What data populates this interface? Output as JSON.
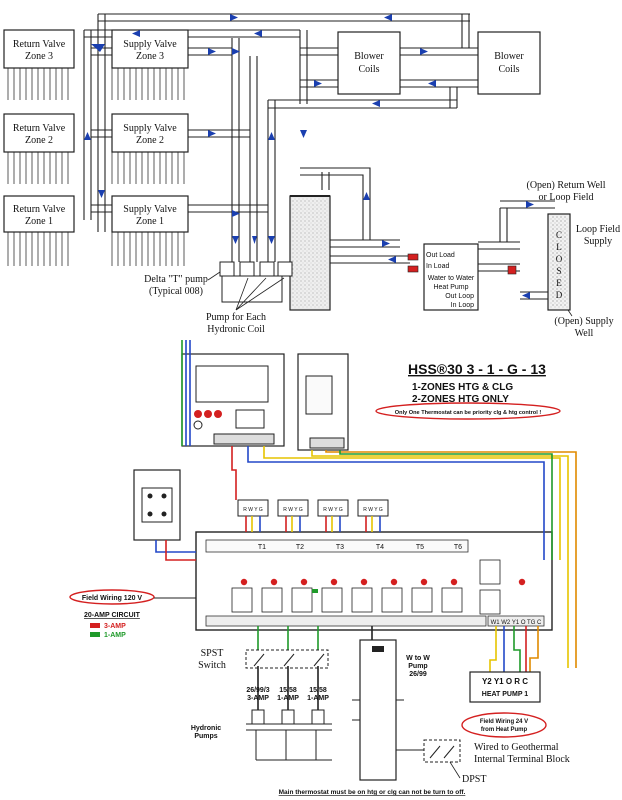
{
  "hydronic": {
    "zones": [
      {
        "return": "Return Valve",
        "supply": "Supply Valve",
        "zone": "Zone 3"
      },
      {
        "return": "Return Valve",
        "supply": "Supply Valve",
        "zone": "Zone 2"
      },
      {
        "return": "Return Valve",
        "supply": "Supply Valve",
        "zone": "Zone 1"
      }
    ],
    "blower_coils": [
      "Blower",
      "Coils"
    ],
    "delta_t_pump": [
      "Delta \"T\" pump",
      "(Typical 008)"
    ],
    "pump_each_coil": [
      "Pump for Each",
      "Hydronic Coil"
    ],
    "heat_pump": {
      "out_load": "Out Load",
      "in_load": "In Load",
      "title": [
        "Water to Water",
        "Heat Pump"
      ],
      "out_loop": "Out Loop",
      "in_loop": "In Loop"
    },
    "open_return_well": [
      "(Open) Return Well",
      "or Loop Field"
    ],
    "loop_field_supply": [
      "Loop Field",
      "Supply"
    ],
    "closed_letters": [
      "C",
      "L",
      "O",
      "S",
      "E",
      "D"
    ],
    "open_supply_well": [
      "(Open) Supply",
      "Well"
    ]
  },
  "wiring": {
    "title": "HSS®30 3 - 1 - G - 13",
    "subtitle1": "1-ZONES HTG  & CLG",
    "subtitle2": "2-ZONES HTG ONLY",
    "thermostat_note": "Only One Thermostat can be priority clg & htg control !",
    "field_wiring_120": "Field Wiring 120 V",
    "amp_circuit": "20-AMP CIRCUIT",
    "legend": [
      {
        "label": "3-AMP",
        "color": "#d42020"
      },
      {
        "label": "1-AMP",
        "color": "#1f9a2a"
      }
    ],
    "spst": [
      "SPST",
      "Switch"
    ],
    "pump_fuse_labels": [
      [
        "26/99/3",
        "3-AMP"
      ],
      [
        "15/58",
        "1-AMP"
      ],
      [
        "15/58",
        "1-AMP"
      ]
    ],
    "w_to_w_pump": [
      "W to W",
      "Pump",
      "26/99"
    ],
    "hydronic_pumps": [
      "Hydronic",
      "Pumps"
    ],
    "heat_pump_terminals": [
      "Y2 Y1 O R C",
      "HEAT PUMP 1"
    ],
    "field_wiring_24": [
      "Field Wiring 24 V",
      "from Heat Pump"
    ],
    "wired_to_geo": [
      "Wired to Geothermal",
      "Internal Terminal Block"
    ],
    "dpst": "DPST",
    "bottom_note": "Main thermostat must be on htg or clg can not be turn to off.",
    "controller_board_labels": [
      "T1",
      "T2",
      "T3",
      "T4",
      "T5",
      "T6"
    ],
    "thermostat_labels": [
      "R W Y G",
      "R W Y G",
      "R W Y G",
      "R W Y G"
    ],
    "terminal_row": "W1 W2 Y1 O TG C"
  },
  "colors": {
    "arrow": "#1a3fb0",
    "wire_red": "#d42020",
    "wire_blue": "#2348c8",
    "wire_yellow": "#e6c400",
    "wire_green": "#1f9a2a",
    "wire_orange": "#e08a00",
    "oval_red": "#d42020"
  }
}
